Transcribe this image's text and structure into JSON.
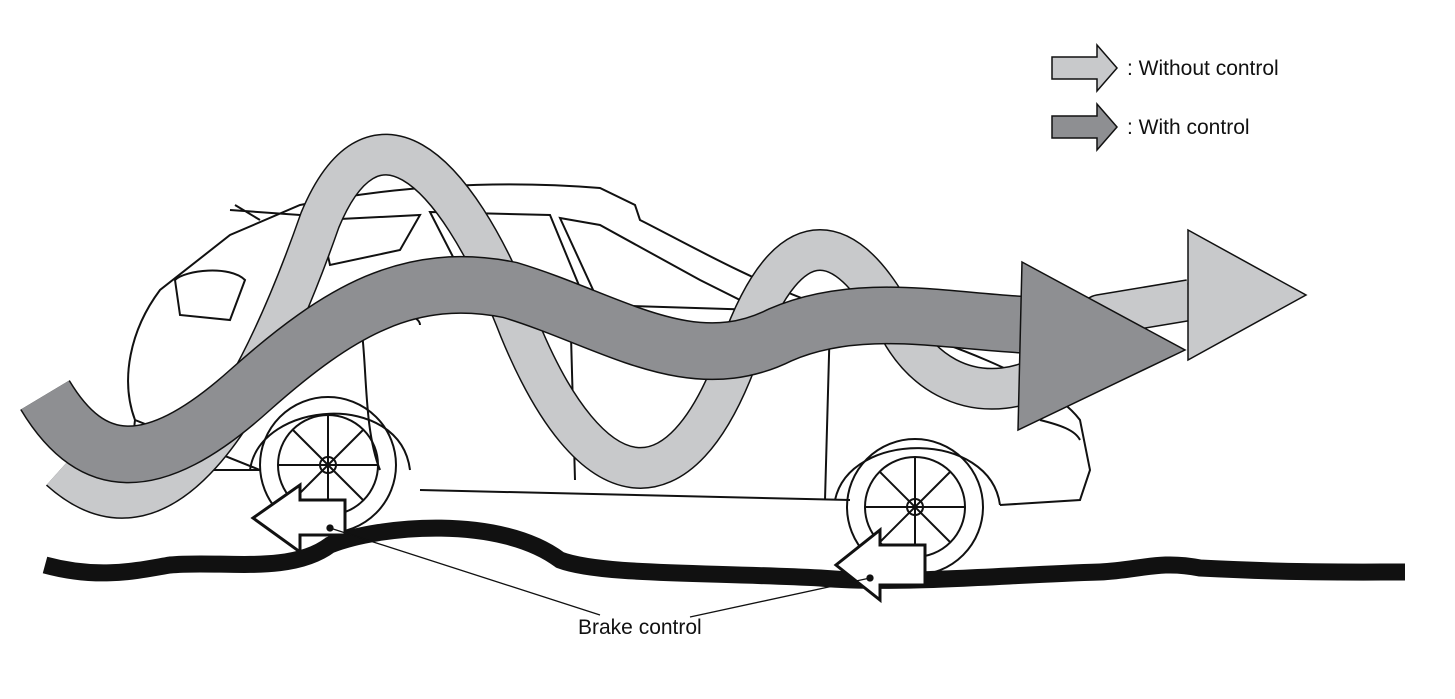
{
  "legend": {
    "items": [
      {
        "label": ": Without control",
        "color": "#c8c9cb"
      },
      {
        "label": ": With control",
        "color": "#8e8f92"
      }
    ]
  },
  "annotations": {
    "brake_label": "Brake control"
  }
}
